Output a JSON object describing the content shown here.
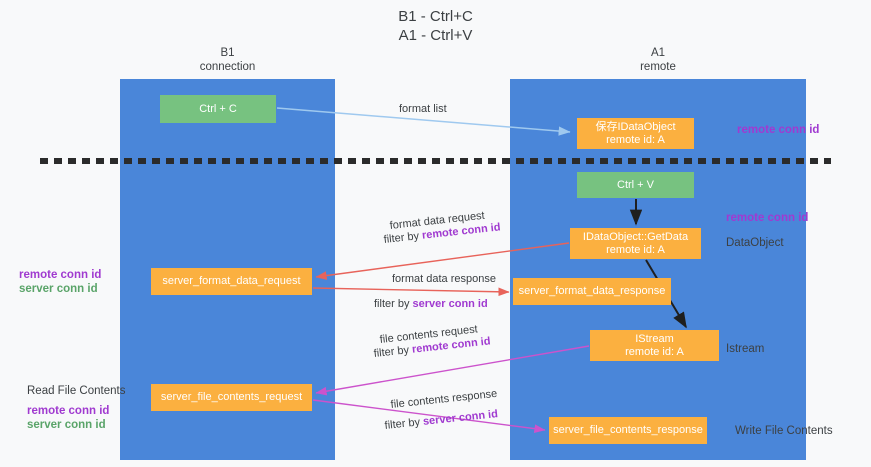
{
  "title": {
    "line1": "B1 - Ctrl+C",
    "line2": "A1 - Ctrl+V"
  },
  "lanes": [
    {
      "id": "b1",
      "name": "B1",
      "sub": "connection"
    },
    {
      "id": "a1",
      "name": "A1",
      "sub": "remote"
    }
  ],
  "colors": {
    "lane_blue": "#4a86d9",
    "node_orange": "#fbb040",
    "node_green": "#77c280",
    "remote_conn_id": "#a03ad0",
    "server_conn_id": "#5aa469",
    "arrow_format_list": "#9fc9ef",
    "arrow_format_data": "#e8635a",
    "arrow_file_contents": "#c councils53cc",
    "arrow_black": "#1f1f1f",
    "divider": "#2b2b2b",
    "background": "#f8f9fa",
    "text": "#3c4043"
  },
  "nodes": {
    "ctrl_c": {
      "label": "Ctrl + C",
      "color": "green"
    },
    "data_object": {
      "line1": "保存IDataObject",
      "line2": "remote id: A",
      "color": "orange"
    },
    "ctrl_v": {
      "label": "Ctrl + V",
      "color": "green"
    },
    "get_data": {
      "line1": "IDataObject::GetData",
      "line2": "remote id: A",
      "color": "orange"
    },
    "server_format_data_request": {
      "label": "server_format_data_request",
      "color": "orange"
    },
    "server_format_data_response": {
      "label": "server_format_data_response",
      "color": "orange"
    },
    "istream": {
      "line1": "IStream",
      "line2": "remote id: A",
      "color": "orange"
    },
    "server_file_contents_request": {
      "label": "server_file_contents_request",
      "color": "orange"
    },
    "server_file_contents_response": {
      "label": "server_file_contents_response",
      "color": "orange"
    }
  },
  "edge_labels": {
    "format_list": "format list",
    "format_data_request": "format data request",
    "format_data_request_filter_prefix": "filter by ",
    "format_data_request_filter_key": "remote conn id",
    "format_data_response": "format data response",
    "format_data_response_filter_prefix": "filter by ",
    "format_data_response_filter_key": "server conn id",
    "file_contents_request": "file contents request",
    "file_contents_request_filter_prefix": "filter by ",
    "file_contents_request_filter_key": "remote conn id",
    "file_contents_response": "file contents response",
    "file_contents_response_filter_prefix": "filter by ",
    "file_contents_response_filter_key": "server conn id"
  },
  "side_labels": {
    "remote_conn_id_top": "remote conn id",
    "remote_conn_id_mid": "remote conn id",
    "data_object": "DataObject",
    "istream": "Istream",
    "write_file_contents": "Write File Contents"
  },
  "left_labels": {
    "mid_remote": "remote conn id",
    "mid_server": "server conn id",
    "read_file_contents": "Read File Contents",
    "bot_remote": "remote conn id",
    "bot_server": "server conn id"
  }
}
